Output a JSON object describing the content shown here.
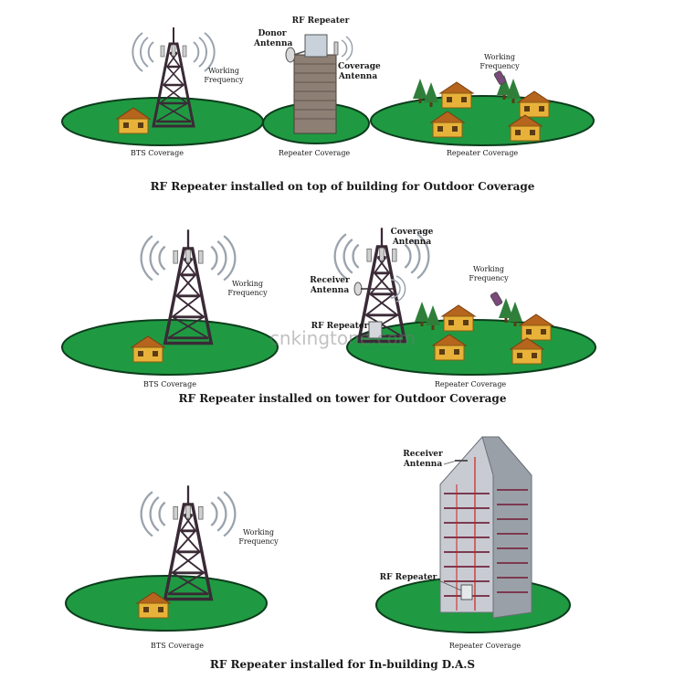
{
  "watermark": "cnkingtone.com",
  "colors": {
    "ground": "#1f9a42",
    "ground_edge": "#0c3d1c",
    "tower": "#3a2a36",
    "house": "#e8b23a",
    "tree": "#2f7f3a"
  },
  "panel1": {
    "caption": "RF Repeater installed on top of building for Outdoor Coverage",
    "working_frequency_left": "Working\nFrequency",
    "rf_repeater": "RF Repeater",
    "donor_antenna": "Donor\nAntenna",
    "coverage_antenna": "Coverage\nAntenna",
    "working_frequency_right": "Working\nFrequency",
    "bts_coverage": "BTS  Coverage",
    "repeater_coverage_mid": "Repeater  Coverage",
    "repeater_coverage_right": "Repeater  Coverage"
  },
  "panel2": {
    "caption": "RF Repeater installed on tower for Outdoor Coverage",
    "working_frequency_left": "Working\nFrequency",
    "coverage_antenna": "Coverage\nAntenna",
    "receiver_antenna": "Receiver\nAntenna",
    "rf_repeater": "RF Repeater",
    "working_frequency_right": "Working\nFrequency",
    "bts_coverage": "BTS  Coverage",
    "repeater_coverage": "Repeater Coverage"
  },
  "panel3": {
    "caption": "RF Repeater installed for In-building D.A.S",
    "working_frequency": "Working\nFrequency",
    "receiver_antenna": "Receiver\nAntenna",
    "rf_repeater": "RF Repeater",
    "bts_coverage": "BTS Coverage",
    "repeater_coverage": "Repeater Coverage"
  }
}
